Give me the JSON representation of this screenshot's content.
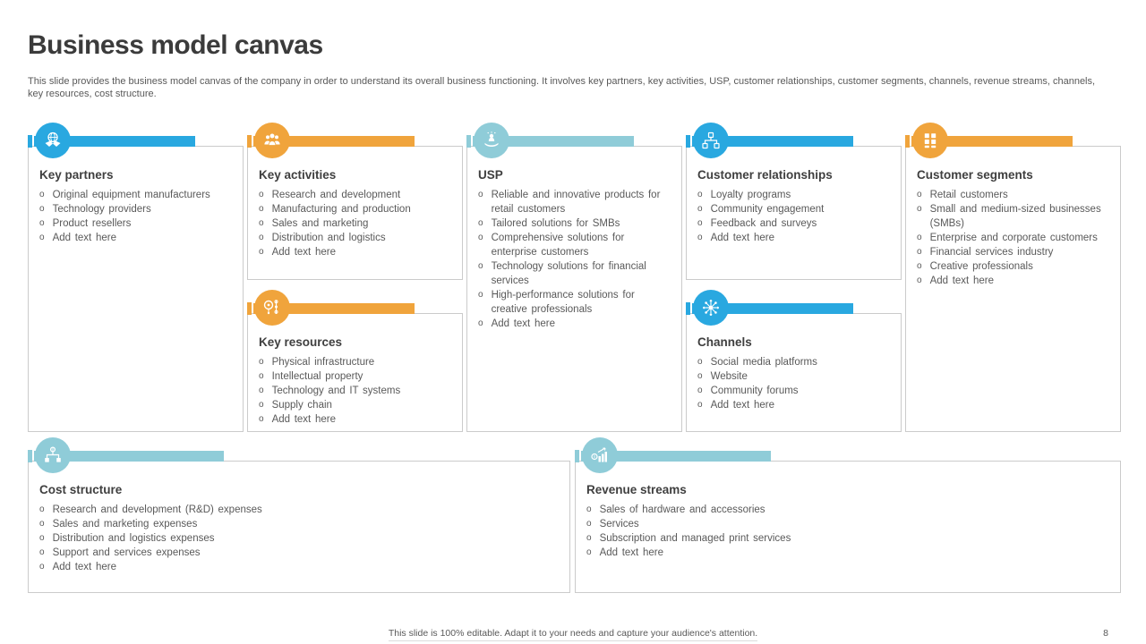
{
  "slide": {
    "title": "Business model canvas",
    "subtitle": "This slide provides the business model canvas of the company in order to understand its overall business functioning. It involves key partners, key activities, USP, customer relationships, customer segments, channels, revenue streams, channels, key resources, cost structure.",
    "footer": "This slide is 100% editable. Adapt it to your needs and capture your audience's attention.",
    "page_number": "8"
  },
  "bullet_char": "o",
  "colors": {
    "blue": "#29A8E0",
    "orange": "#F0A43C",
    "teal": "#8FCCD8",
    "border": "#CBCBCB",
    "title_text": "#3B3B3B",
    "body_text": "#595959"
  },
  "boxes": [
    {
      "title": "Key partners",
      "icon": "handshake-globe-icon",
      "color": "blue",
      "items": [
        "Original equipment manufacturers",
        "Technology providers",
        "Product resellers",
        "Add text here"
      ]
    },
    {
      "title": "Key activities",
      "icon": "team-icon",
      "color": "orange",
      "items": [
        "Research and development",
        "Manufacturing and production",
        "Sales and marketing",
        "Distribution and logistics",
        "Add text here"
      ]
    },
    {
      "title": "Key resources",
      "icon": "resources-nodes-icon",
      "color": "orange",
      "items": [
        "Physical infrastructure",
        "Intellectual property",
        "Technology and IT systems",
        "Supply chain",
        "Add text here"
      ]
    },
    {
      "title": "USP",
      "icon": "hand-person-icon",
      "color": "teal",
      "items": [
        "Reliable and innovative products for retail customers",
        "Tailored solutions for SMBs",
        "Comprehensive solutions for enterprise customers",
        "Technology solutions for financial services",
        "High-performance solutions for creative professionals",
        "Add text here"
      ]
    },
    {
      "title": "Customer relationships",
      "icon": "org-chart-icon",
      "color": "blue",
      "items": [
        "Loyalty programs",
        "Community engagement",
        "Feedback and surveys",
        "Add text here"
      ]
    },
    {
      "title": "Channels",
      "icon": "network-hub-icon",
      "color": "blue",
      "items": [
        "Social media platforms",
        "Website",
        "Community forums",
        "Add text here"
      ]
    },
    {
      "title": "Customer segments",
      "icon": "building-windows-icon",
      "color": "orange",
      "items": [
        "Retail customers",
        "Small and medium-sized businesses (SMBs)",
        "Enterprise and corporate customers",
        "Financial services industry",
        "Creative professionals",
        "Add text here"
      ]
    },
    {
      "title": "Cost structure",
      "icon": "cost-hierarchy-icon",
      "color": "teal",
      "items": [
        "Research and development (R&D) expenses",
        "Sales and marketing expenses",
        "Distribution and logistics expenses",
        "Support and services expenses",
        "Add text here"
      ]
    },
    {
      "title": "Revenue streams",
      "icon": "revenue-chart-icon",
      "color": "teal",
      "items": [
        "Sales of hardware and accessories",
        "Services",
        "Subscription and managed print services",
        "Add text here"
      ]
    }
  ]
}
